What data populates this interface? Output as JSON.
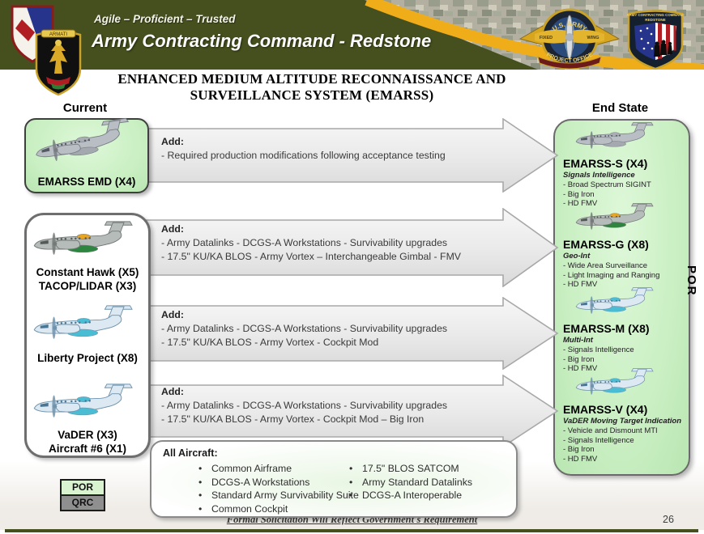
{
  "header": {
    "tagline": "Agile – Proficient – Trusted",
    "title": "Army Contracting Command - Redstone",
    "emblems": {
      "fixed_wing_top": "U.S. ARMY",
      "fixed_wing_left": "FIXED",
      "fixed_wing_right": "WING",
      "fixed_wing_bottom": "PROJECT OFFICE",
      "crest_banner": "ARMATI",
      "redstone_line1": "ARMY CONTRACTING COMMAND",
      "redstone_line2": "REDSTONE"
    }
  },
  "title_line1": "ENHANCED MEDIUM ALTITUDE RECONNAISSANCE AND",
  "title_line2": "SURVEILLANCE SYSTEM (EMARSS)",
  "current_label": "Current",
  "end_state_label": "End State",
  "current": {
    "emd_label": "EMARSS EMD (X4)",
    "fleet": [
      {
        "lines": [
          "Constant Hawk  (X5)",
          "TACOP/LIDAR  (X3)"
        ]
      },
      {
        "lines": [
          "Liberty Project  (X8)"
        ]
      },
      {
        "lines": [
          "VaDER (X3)",
          "Aircraft #6 (X1)"
        ]
      }
    ]
  },
  "arrows": [
    {
      "title": "Add:",
      "lines": [
        "- Required production modifications following acceptance testing"
      ]
    },
    {
      "title": "Add:",
      "lines": [
        "- Army Datalinks - DCGS-A Workstations  - Survivability upgrades",
        "- 17.5\" KU/KA BLOS - Army Vortex – Interchangeable Gimbal - FMV"
      ]
    },
    {
      "title": "Add:",
      "lines": [
        "- Army Datalinks - DCGS-A Workstations - Survivability upgrades",
        "- 17.5\" KU/KA BLOS - Army Vortex - Cockpit Mod"
      ]
    },
    {
      "title": "Add:",
      "lines": [
        "- Army Datalinks - DCGS-A Workstations - Survivability upgrades",
        "- 17.5\" KU/KA BLOS - Army Vortex - Cockpit Mod – Big Iron"
      ]
    }
  ],
  "end_state": {
    "por_vertical": "POR",
    "variants": [
      {
        "name": "EMARSS-S (X4)",
        "subtitle": "Signals Intelligence",
        "bullets": [
          "- Broad Spectrum SIGINT",
          "- Big Iron",
          "- HD FMV"
        ]
      },
      {
        "name": "EMARSS-G (X8)",
        "subtitle": "Geo-Int",
        "bullets": [
          "- Wide Area Surveillance",
          "- Light Imaging and Ranging",
          "- HD FMV"
        ]
      },
      {
        "name": "EMARSS-M (X8)",
        "subtitle": "Multi-Int",
        "bullets": [
          "- Signals Intelligence",
          "- Big Iron",
          "- HD FMV"
        ]
      },
      {
        "name": "EMARSS-V (X4)",
        "subtitle": "VaDER Moving Target Indication",
        "bullets": [
          "- Vehicle and Dismount MTI",
          "- Signals Intelligence",
          "- Big Iron",
          "- HD FMV"
        ]
      }
    ]
  },
  "all_aircraft": {
    "title": "All Aircraft:",
    "col1": [
      "Common Airframe",
      "DCGS-A Workstations",
      "Standard Army Survivability Suite",
      "Common Cockpit"
    ],
    "col2": [
      "17.5\" BLOS SATCOM",
      "Army Standard Datalinks",
      "DCGS-A Interoperable"
    ]
  },
  "legend": {
    "por": "POR",
    "qrc": "QRC"
  },
  "footer": {
    "note": "Formal Solicitation Will Reflect Government's Requirement",
    "page_number": "26"
  },
  "colors": {
    "header_olive": "#46501e",
    "swoosh_gold": "#f0ad1a",
    "panel_green": "#c9efc2",
    "arrow_gray": "#e9e9e9",
    "legend_qrc_gray": "#8f8f8f"
  }
}
